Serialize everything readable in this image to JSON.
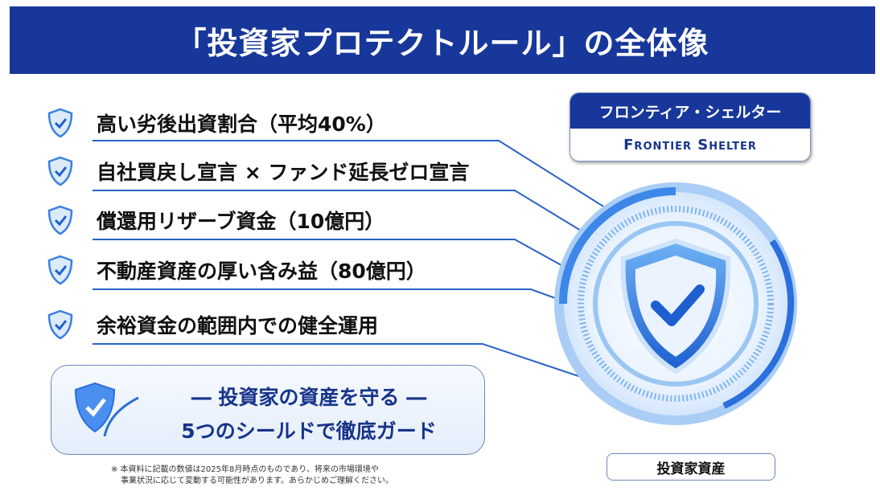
{
  "title": "「投資家プロテクトルール」の全体像",
  "items": [
    {
      "label": "高い劣後出資割合（平均40%）"
    },
    {
      "label": "自社買戻し宣言 × ファンド延長ゼロ宣言"
    },
    {
      "label": "償還用リザーブ資金（10億円）"
    },
    {
      "label": "不動産資産の厚い含み益（80億円）"
    },
    {
      "label": "余裕資金の範囲内での健全運用"
    }
  ],
  "guard": {
    "line1": "― 投資家の資産を守る ―",
    "line2": "5つのシールドで徹底ガード"
  },
  "note": {
    "line1": "※ 本資料に記載の数値は2025年8月時点のものであり、将来の市場環境や",
    "line2": "事業状況に応じて変動する可能性があります。あらかじめご理解ください。"
  },
  "brand": {
    "jp": "フロンティア・シェルター",
    "en": "Frontier Shelter"
  },
  "asset_label": "投資家資産",
  "colors": {
    "primary": "#17379a",
    "accent": "#2f7be0"
  }
}
